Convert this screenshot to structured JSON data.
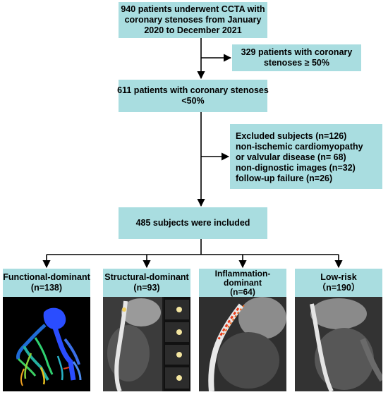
{
  "flow": {
    "start": [
      "940 patients underwent CCTA with",
      "coronary stenoses from January",
      "2020 to December 2021"
    ],
    "excluded_first": [
      "329 patients with coronary",
      "stenoses ≥ 50%"
    ],
    "remaining": [
      "611 patients with coronary stenoses",
      "<50%"
    ],
    "excluded_second": [
      "Excluded subjects  (n=126)",
      "non-ischemic cardiomyopathy",
      "or valvular disease (n= 68)",
      "non-dignostic images (n=32)",
      "follow-up failure (n=26)"
    ],
    "included": "485 subjects were included"
  },
  "phenotypes": [
    {
      "title": [
        "Functional-dominant",
        "(n=138)"
      ],
      "image": "coronary-tree-3d-render"
    },
    {
      "title": [
        "Structural-dominant",
        "(n=93)"
      ],
      "image": "ct-curved-reformat-with-cross-sections"
    },
    {
      "title": [
        "Inflammation-",
        "dominant",
        "(n=64)"
      ],
      "image": "ct-curved-reformat-with-inflammation-overlay"
    },
    {
      "title": [
        "Low-risk",
        "（n=190）"
      ],
      "image": "ct-curved-reformat"
    }
  ],
  "colors": {
    "box_fill": "#a9dde0",
    "arrow": "#000000"
  }
}
